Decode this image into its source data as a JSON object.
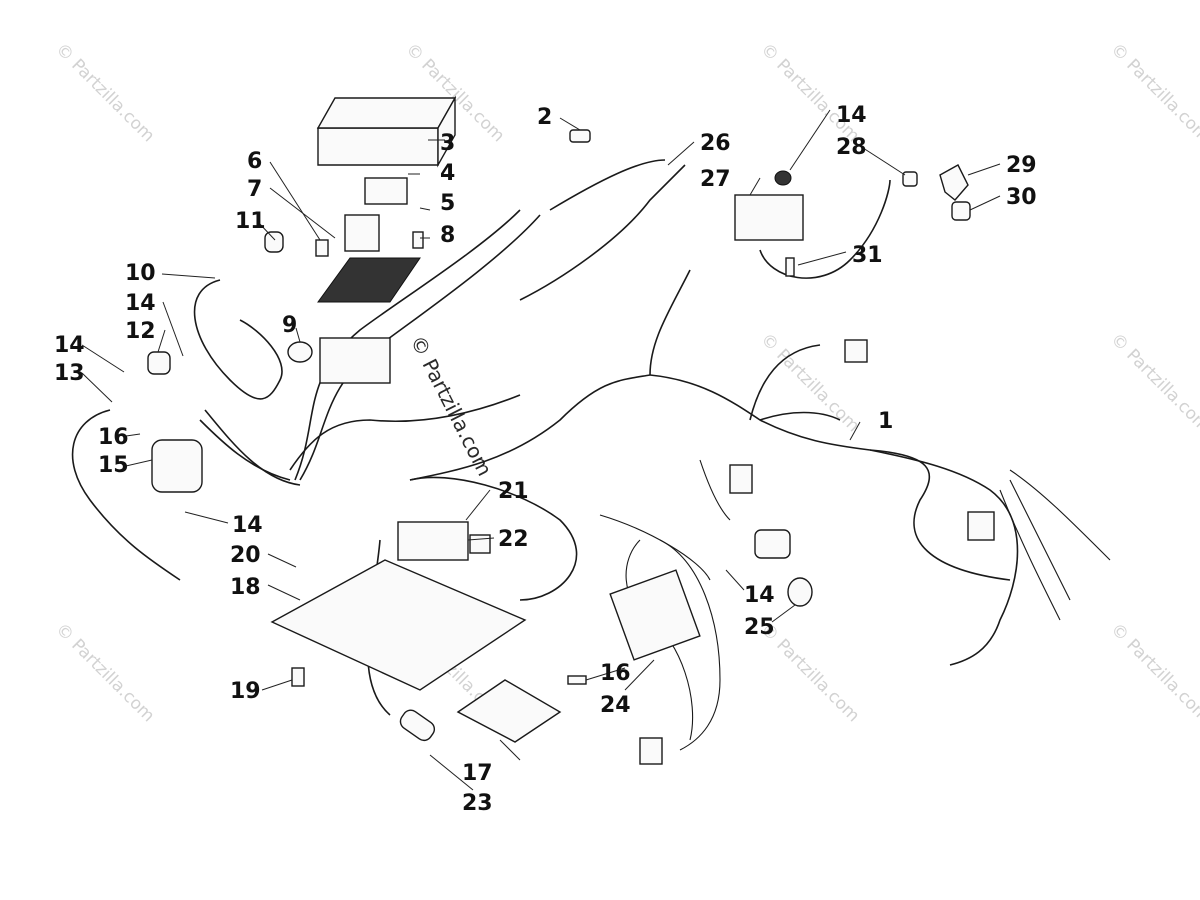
{
  "watermark": {
    "text": "© Partzilla.com",
    "center_text": "© Partzilla.com"
  },
  "labels": [
    "1",
    "2",
    "3",
    "4",
    "5",
    "6",
    "7",
    "8",
    "9",
    "10",
    "11",
    "12",
    "13",
    "14",
    "15",
    "16",
    "17",
    "18",
    "19",
    "20",
    "21",
    "22",
    "23",
    "24",
    "25",
    "26",
    "27",
    "28",
    "29",
    "30",
    "31",
    "14",
    "14",
    "14",
    "14",
    "16"
  ]
}
